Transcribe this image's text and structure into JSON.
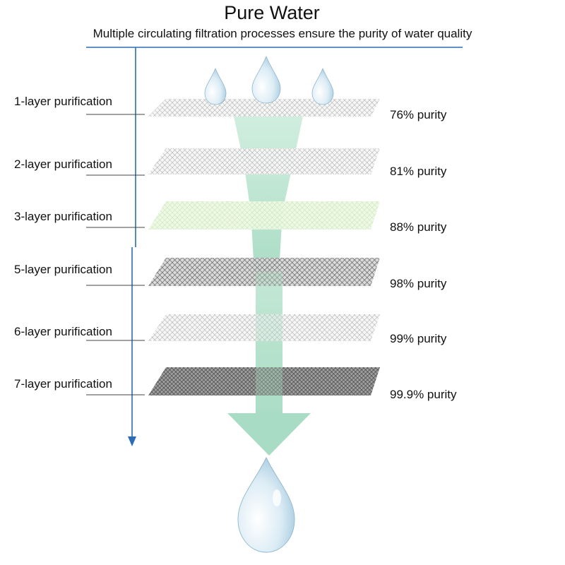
{
  "header": {
    "title": "Pure Water",
    "subtitle": "Multiple circulating filtration processes ensure the purity of water quality"
  },
  "layers": [
    {
      "label": "1-layer purification",
      "purity": "76% purity",
      "mesh": "light"
    },
    {
      "label": "2-layer purification",
      "purity": "81% purity",
      "mesh": "light"
    },
    {
      "label": "3-layer purification",
      "purity": "88% purity",
      "mesh": "green"
    },
    {
      "label": "5-layer purification",
      "purity": "98% purity",
      "mesh": "dark"
    },
    {
      "label": "6-layer purification",
      "purity": "99% purity",
      "mesh": "light"
    },
    {
      "label": "7-layer purification",
      "purity": "99.9% purity",
      "mesh": "darkest"
    }
  ],
  "colors": {
    "flow_arrow": "#a9dcc4",
    "axis_line": "#2a6db5",
    "mesh_light": "#9a9a9a",
    "mesh_dark": "#4a4a4a",
    "mesh_green": "#bfe3a8",
    "droplet": "#cfe6f2"
  },
  "icons": {
    "top_droplets": [
      "water-drop-icon",
      "water-drop-icon",
      "water-drop-icon"
    ],
    "bottom_droplet": "water-drop-icon"
  }
}
